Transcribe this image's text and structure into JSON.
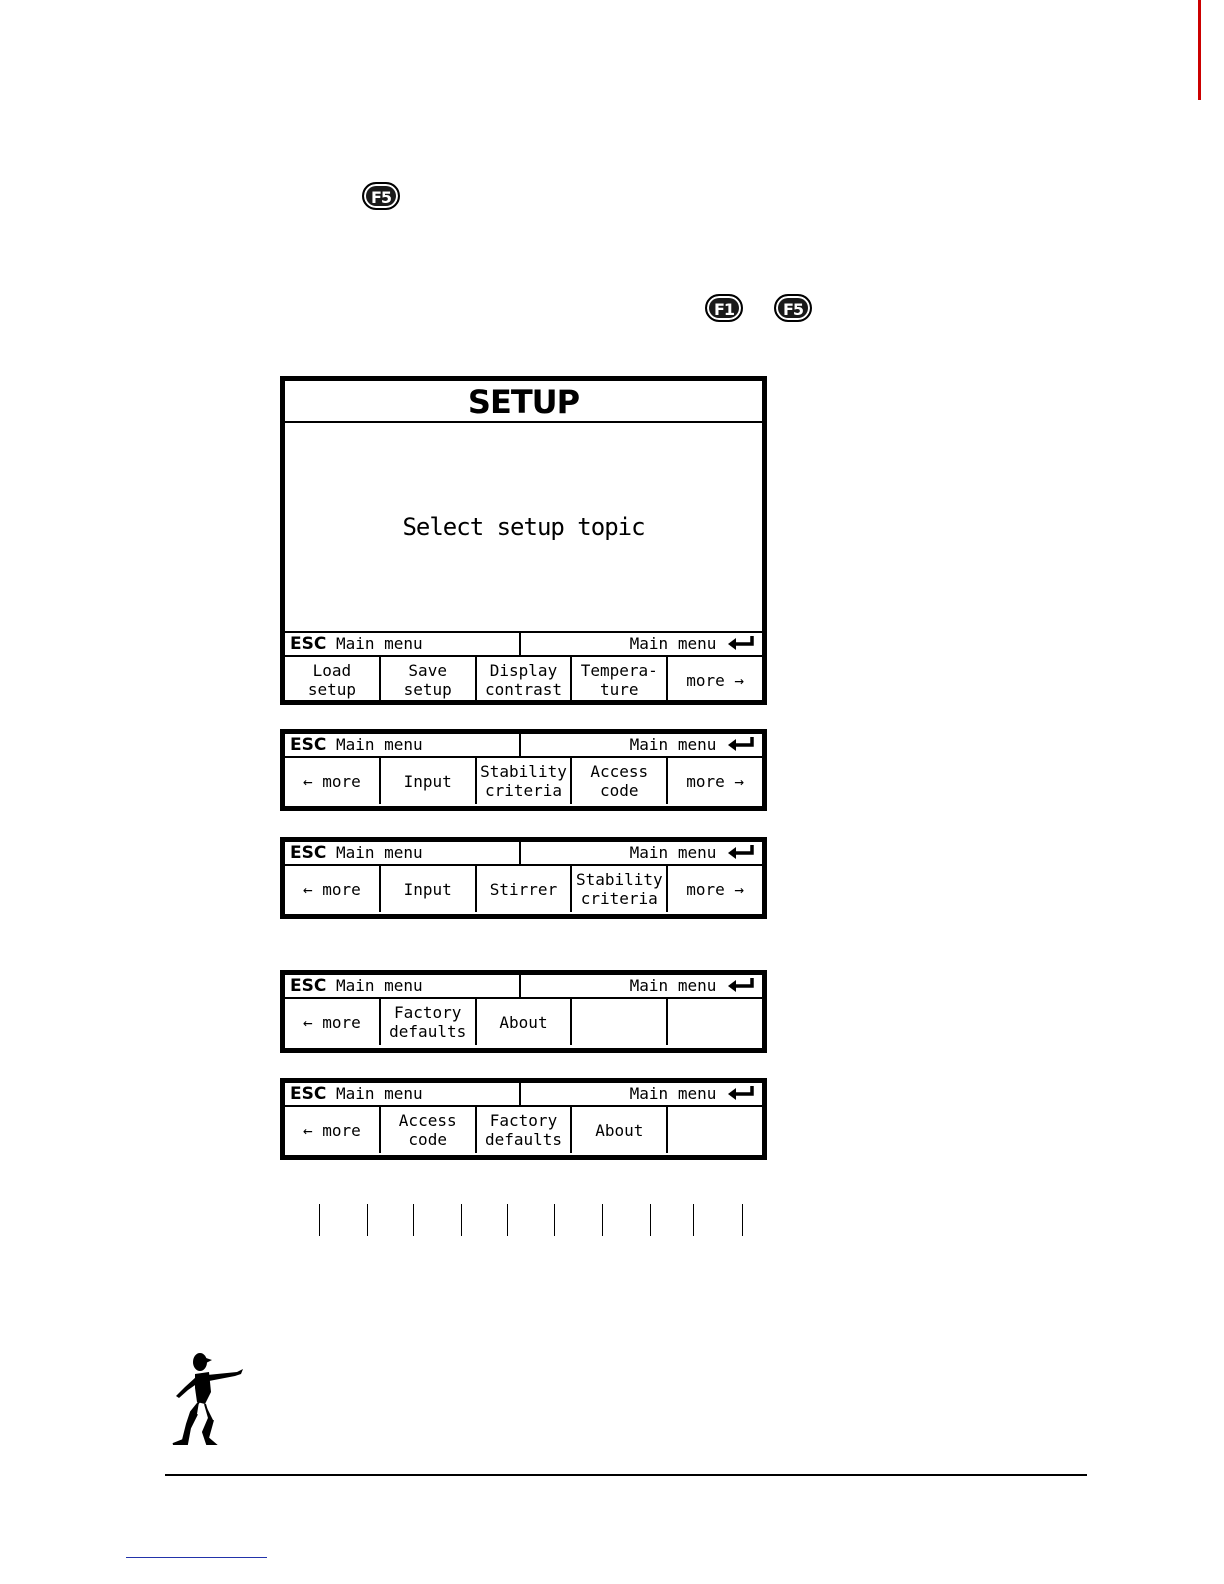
{
  "function_keys": {
    "f5": "F5",
    "f1": "F1",
    "f5_second": "F5"
  },
  "lcd_main": {
    "title": "SETUP",
    "message": "Select setup topic",
    "status": {
      "esc": "ESC",
      "left_text": "Main menu",
      "right_text": "Main menu"
    },
    "keys": [
      "Load\nsetup",
      "Save\nsetup",
      "Display\ncontrast",
      "Tempera-\nture",
      "more →"
    ]
  },
  "lcd_panels": [
    {
      "status": {
        "esc": "ESC",
        "left_text": "Main menu",
        "right_text": "Main menu"
      },
      "keys": [
        "← more",
        "Input",
        "Stability\ncriteria",
        "Access\ncode",
        "more →"
      ]
    },
    {
      "status": {
        "esc": "ESC",
        "left_text": "Main menu",
        "right_text": "Main menu"
      },
      "keys": [
        "← more",
        "Input",
        "Stirrer",
        "Stability\ncriteria",
        "more →"
      ]
    },
    {
      "status": {
        "esc": "ESC",
        "left_text": "Main menu",
        "right_text": "Main menu"
      },
      "keys": [
        "← more",
        "Factory\ndefaults",
        "About",
        "",
        ""
      ]
    },
    {
      "status": {
        "esc": "ESC",
        "left_text": "Main menu",
        "right_text": "Main menu"
      },
      "keys": [
        "← more",
        "Access\ncode",
        "Factory\ndefaults",
        "About",
        ""
      ]
    }
  ],
  "colors": {
    "margin_line": "#cc0000",
    "fkey_fill": "#1a1a1a",
    "link_underline": "#2233aa"
  },
  "icons": [
    "enter-arrow-icon",
    "pointing-figure-icon"
  ]
}
